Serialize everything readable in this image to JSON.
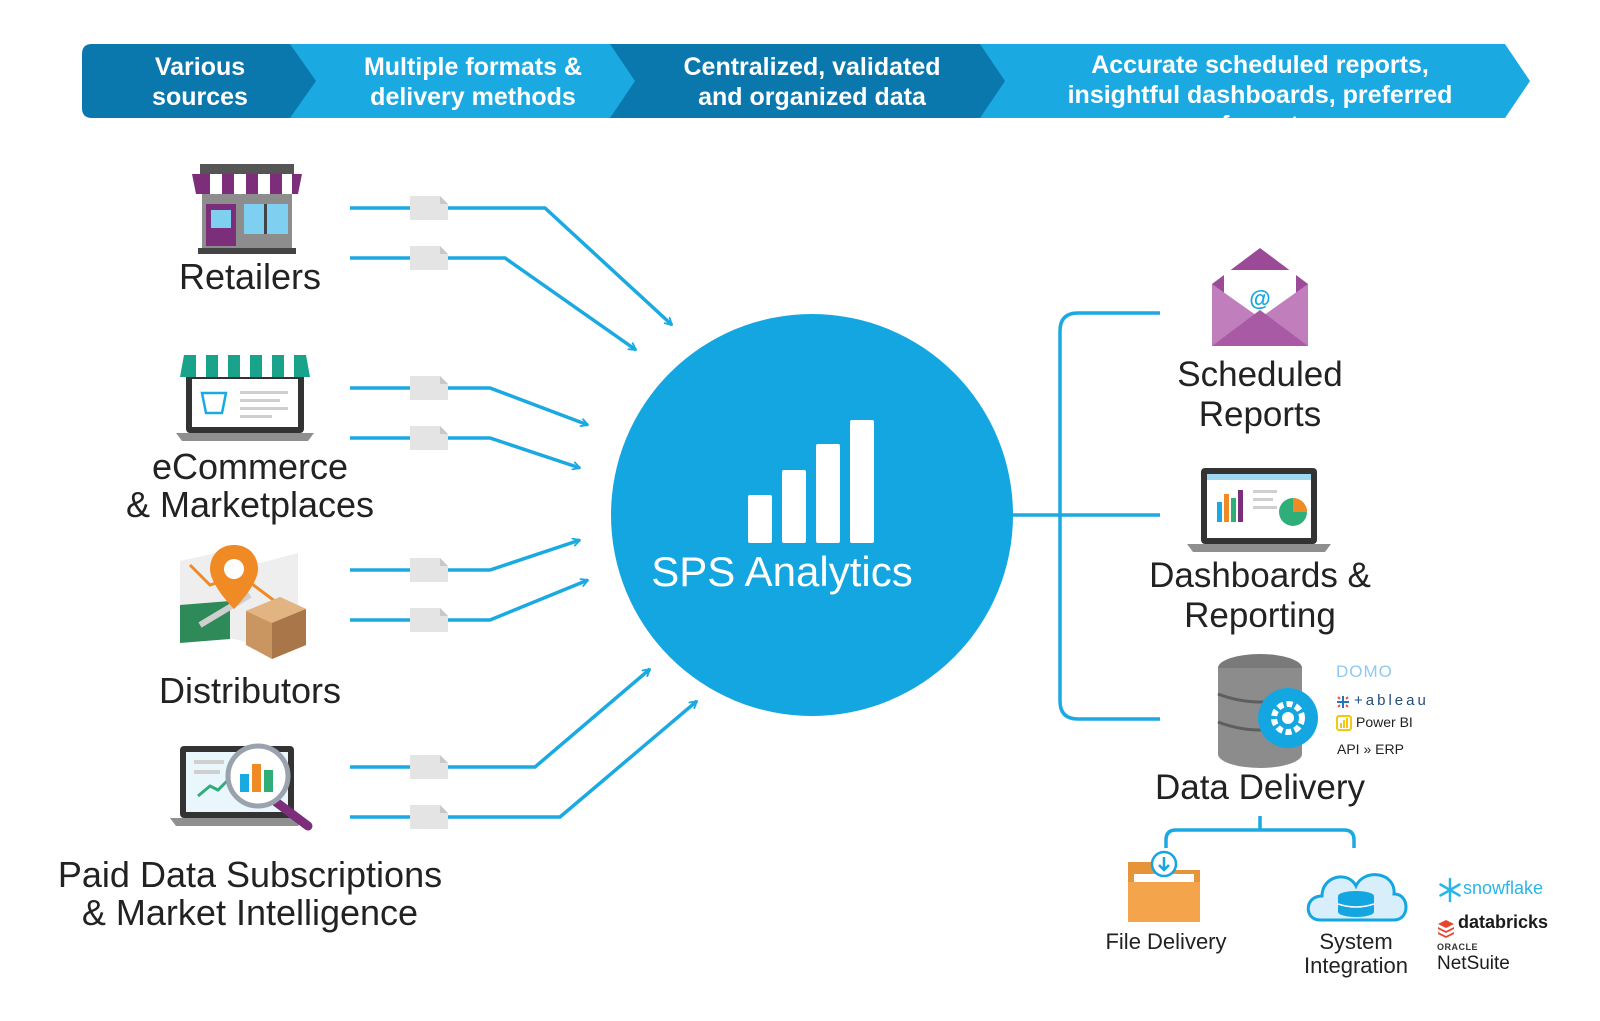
{
  "header": {
    "steps": [
      {
        "label": "Various\nsources"
      },
      {
        "label": "Multiple formats &\ndelivery methods"
      },
      {
        "label": "Centralized, validated\nand organized data"
      },
      {
        "label": "Accurate scheduled reports,\ninsightful dashboards, preferred format"
      }
    ],
    "colors": {
      "dark": "#0a78ad",
      "light": "#1ba9e1"
    }
  },
  "sources": [
    {
      "label": "Retailers",
      "icon": "storefront-icon"
    },
    {
      "label": "eCommerce\n& Marketplaces",
      "icon": "laptop-storefront-icon"
    },
    {
      "label": "Distributors",
      "icon": "map-pin-box-icon"
    },
    {
      "label": "Paid Data Subscriptions\n& Market Intelligence",
      "icon": "laptop-magnifier-chart-icon"
    }
  ],
  "hub": {
    "label": "SPS Analytics",
    "icon": "bar-chart-icon",
    "color": "#13a6e0"
  },
  "outputs": [
    {
      "label": "Scheduled\nReports",
      "icon": "envelope-at-icon"
    },
    {
      "label": "Dashboards &\nReporting",
      "icon": "laptop-dashboard-icon"
    },
    {
      "label": "Data Delivery",
      "icon": "database-gear-icon"
    }
  ],
  "bi_logos": [
    "DOMO",
    "+ableau",
    "Power BI",
    "API » ERP"
  ],
  "delivery": [
    {
      "label": "File Delivery",
      "icon": "folder-download-icon"
    },
    {
      "label": "System\nIntegration",
      "icon": "cloud-database-icon"
    }
  ],
  "warehouse_logos": {
    "snowflake": "snowflake",
    "databricks": "databricks",
    "oracle": "ORACLE",
    "netsuite": "NetSuite"
  }
}
